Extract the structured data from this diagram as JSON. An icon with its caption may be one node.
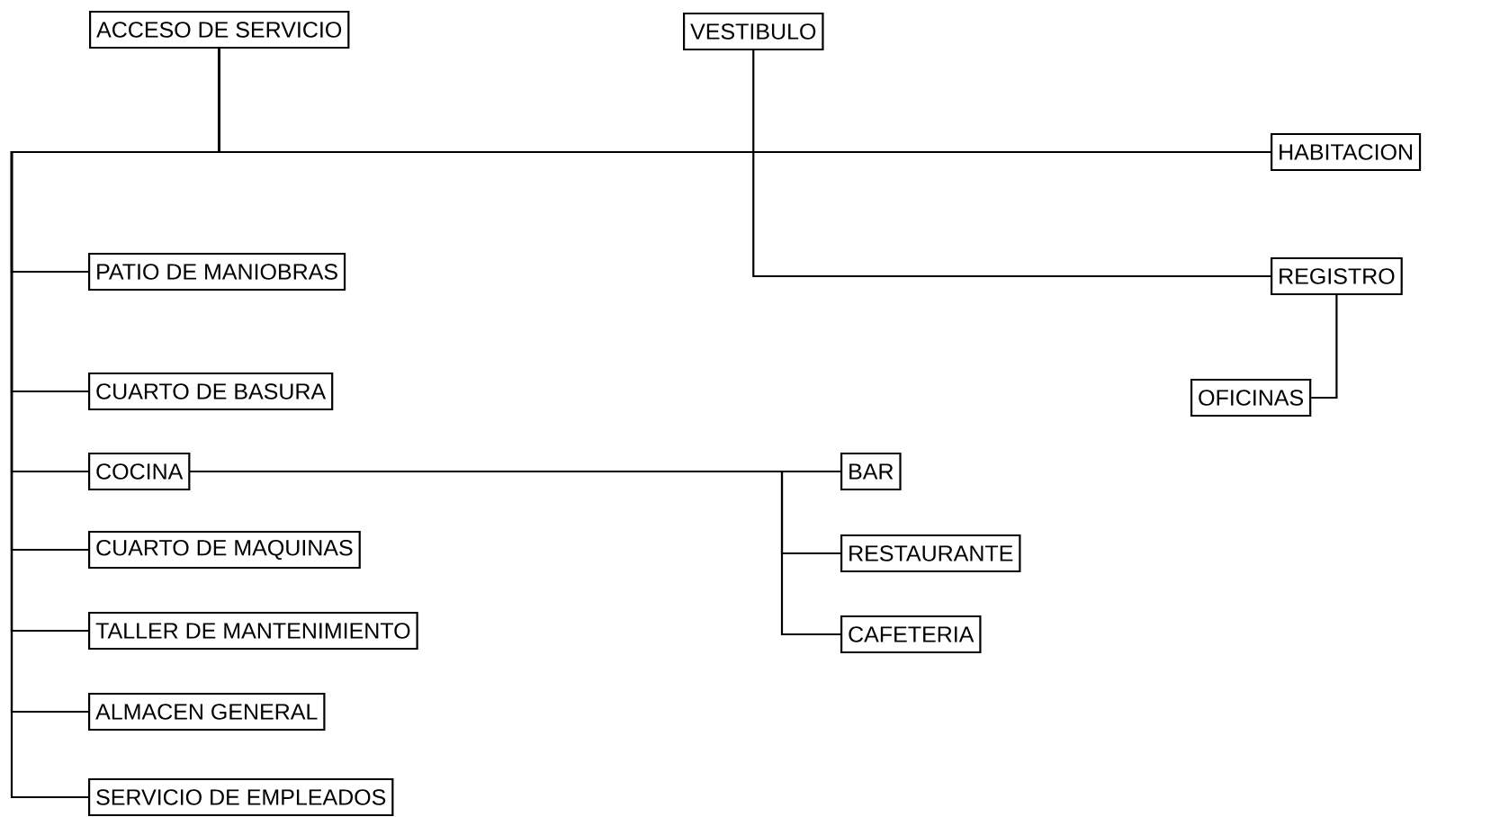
{
  "diagram": {
    "nodes": [
      {
        "text": [
          "ACCESO DE SERVICIO"
        ]
      },
      {
        "text": [
          "VESTIBULO"
        ]
      },
      {
        "text": [
          "HABITACION"
        ]
      },
      {
        "text": [
          "REGISTRO"
        ]
      },
      {
        "text": [
          "OFICINAS"
        ]
      },
      {
        "text": [
          "PATIO DE MANIOBRAS"
        ]
      },
      {
        "text": [
          "CUARTO DE BASURA"
        ]
      },
      {
        "text": [
          "COCINA"
        ]
      },
      {
        "text": [
          "BAR"
        ]
      },
      {
        "text": [
          "RESTAURANTE"
        ]
      },
      {
        "text": [
          "CAFETERIA"
        ]
      },
      {
        "text": [
          "CUARTO DE MAQUINAS"
        ]
      },
      {
        "text": [
          "TALLER DE MANTENIMIENTO"
        ]
      },
      {
        "text": [
          "ALMACEN GENERAL"
        ]
      },
      {
        "text": [
          "SERVICIO DE EMPLEADOS"
        ]
      }
    ],
    "edges": [
      {
        "from": 0,
        "to": 2,
        "arrow": "none"
      },
      {
        "from": 0,
        "to": 5,
        "arrow": "none"
      },
      {
        "from": 0,
        "to": 6,
        "arrow": "none"
      },
      {
        "from": 0,
        "to": 7,
        "arrow": "none"
      },
      {
        "from": 0,
        "to": 11,
        "arrow": "none"
      },
      {
        "from": 0,
        "to": 12,
        "arrow": "none"
      },
      {
        "from": 0,
        "to": 13,
        "arrow": "none"
      },
      {
        "from": 0,
        "to": 14,
        "arrow": "none"
      },
      {
        "from": 1,
        "to": 3,
        "arrow": "none"
      },
      {
        "from": 3,
        "to": 4,
        "arrow": "none"
      },
      {
        "from": 7,
        "to": 8,
        "arrow": "none"
      },
      {
        "from": 7,
        "to": 9,
        "arrow": "none"
      },
      {
        "from": 7,
        "to": 10,
        "arrow": "none"
      }
    ]
  }
}
